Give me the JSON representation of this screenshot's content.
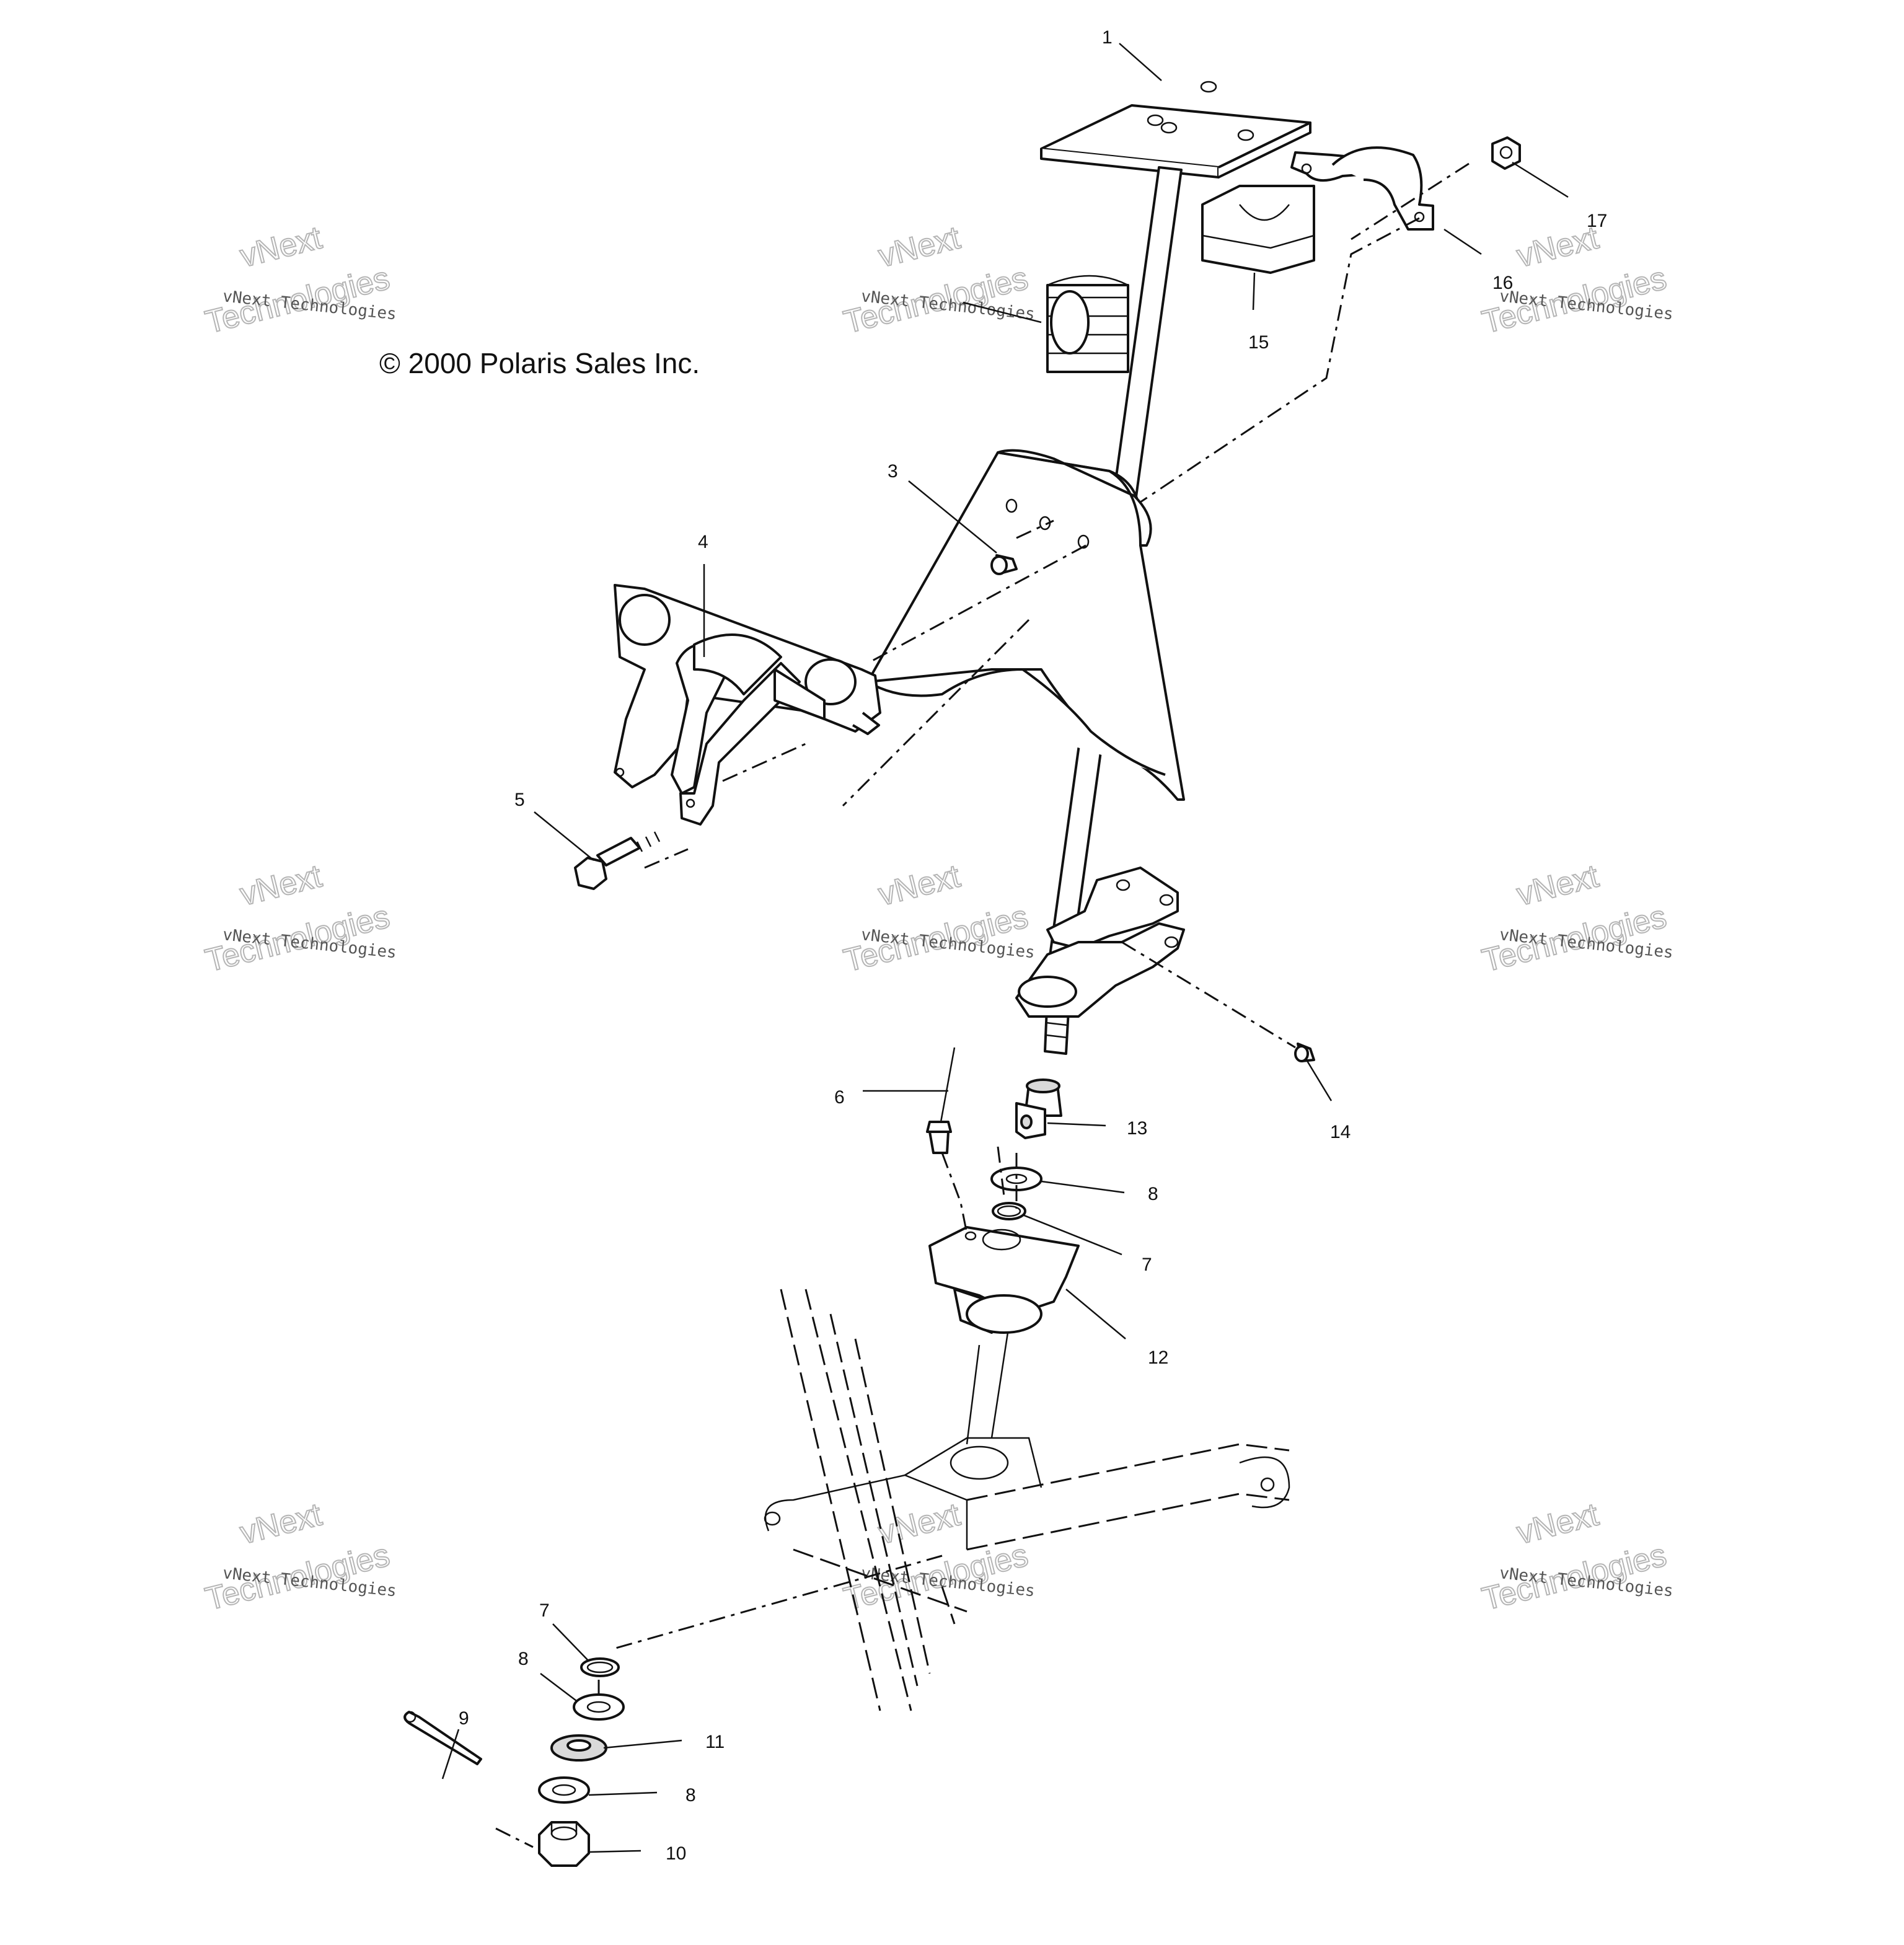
{
  "copyright": "© 2000 Polaris Sales Inc.",
  "watermark": {
    "line1": "vNext Technologies",
    "line2": "vNext",
    "line3": "Technologies"
  },
  "callouts": [
    {
      "id": "1",
      "text": "1"
    },
    {
      "id": "3",
      "text": "3"
    },
    {
      "id": "4",
      "text": "4"
    },
    {
      "id": "5",
      "text": "5"
    },
    {
      "id": "6",
      "text": "6"
    },
    {
      "id": "7a",
      "text": "7"
    },
    {
      "id": "7b",
      "text": "7"
    },
    {
      "id": "8a",
      "text": "8"
    },
    {
      "id": "8b",
      "text": "8"
    },
    {
      "id": "8c",
      "text": "8"
    },
    {
      "id": "9",
      "text": "9"
    },
    {
      "id": "10",
      "text": "10"
    },
    {
      "id": "11",
      "text": "11"
    },
    {
      "id": "12",
      "text": "12"
    },
    {
      "id": "13",
      "text": "13"
    },
    {
      "id": "14",
      "text": "14"
    },
    {
      "id": "15",
      "text": "15"
    },
    {
      "id": "16",
      "text": "16"
    },
    {
      "id": "17",
      "text": "17"
    }
  ]
}
